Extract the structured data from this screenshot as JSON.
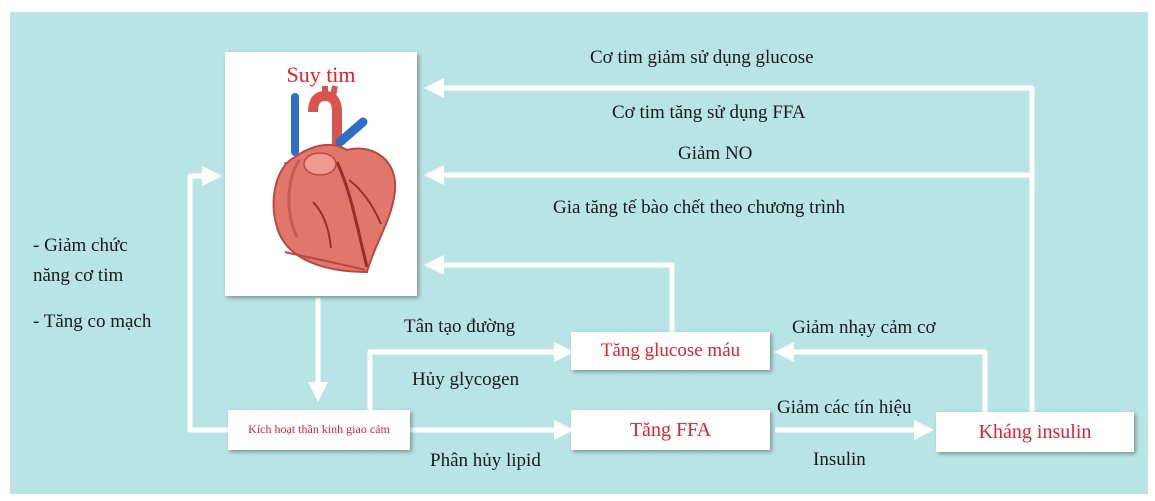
{
  "boxes": {
    "heart_failure": "Suy tim",
    "sympathetic": "Kích hoạt thần kinh giao cảm",
    "glucose": "Tăng glucose máu",
    "ffa": "Tăng FFA",
    "insulin_resistance": "Kháng insulin"
  },
  "labels": {
    "glucose_use_down": "Cơ tim giảm sử dụng glucose",
    "ffa_use_up": "Cơ tim tăng sử dụng FFA",
    "no_down": "Giảm NO",
    "apoptosis_up": "Gia tăng tế bào chết theo chương trình",
    "func_down_1": "- Giảm chức",
    "func_down_2": "năng cơ tim",
    "vasoconstriction": "- Tăng co mạch",
    "gluconeogenesis": "Tân tạo đường",
    "glycogenolysis": "Hủy glycogen",
    "lipolysis": "Phân hủy lipid",
    "muscle_sensitivity_down": "Giảm nhạy cảm cơ",
    "signal_down": "Giảm các tín hiệu",
    "insulin": "Insulin"
  },
  "colors": {
    "background": "#b9e4e6",
    "arrow": "#ffffff",
    "highlight": "#e8202a"
  },
  "icons": {
    "heart": "anatomical-heart-icon"
  }
}
